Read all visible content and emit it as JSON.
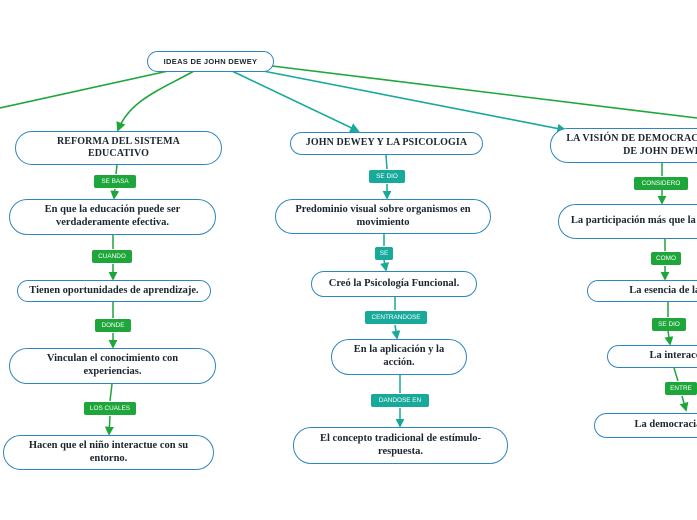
{
  "root": {
    "text": "IDEAS DE JOHN DEWEY"
  },
  "branches": [
    {
      "head": "REFORMA DEL SISTEMA EDUCATIVO",
      "steps": [
        {
          "connector": "SE BASA",
          "text": "En que la educación puede ser verdaderamente efectiva."
        },
        {
          "connector": "CUANDO",
          "text": "Tienen oportunidades de aprendizaje."
        },
        {
          "connector": "DONDE",
          "text": "Vinculan el conocimiento con experiencias."
        },
        {
          "connector": "LOS  CUALES",
          "text": "Hacen que el niño interactue con su entorno."
        }
      ]
    },
    {
      "head": "JOHN DEWEY Y LA PSICOLOGIA",
      "steps": [
        {
          "connector": "SE DIO",
          "text": "Predominio visual sobre organismos en movimiento"
        },
        {
          "connector": "SE",
          "text": "Creó la Psicología Funcional."
        },
        {
          "connector": "CENTRANDOSE",
          "text": "En la aplicación y la acción."
        },
        {
          "connector": "DANDOSE EN",
          "text": "El concepto tradicional de estímulo-respuesta."
        }
      ]
    },
    {
      "head": "LA VISIÓN DE DEMOCRACIA SOCIEDAD DE JOHN DEWEY",
      "steps": [
        {
          "connector": "CONSIDERO",
          "text": "La participación más que la representación."
        },
        {
          "connector": "COMO",
          "text": "La esencia de la democracia"
        },
        {
          "connector": "SE DIO",
          "text": "La interacción"
        },
        {
          "connector": "ENTRE",
          "text": "La democracia y el medio"
        }
      ]
    }
  ],
  "colors": {
    "node_border": "#2e86c1",
    "link_green": "#1ea63a",
    "link_teal": "#17a99a",
    "label_green": "#1ea63a",
    "label_teal": "#17a99a"
  }
}
